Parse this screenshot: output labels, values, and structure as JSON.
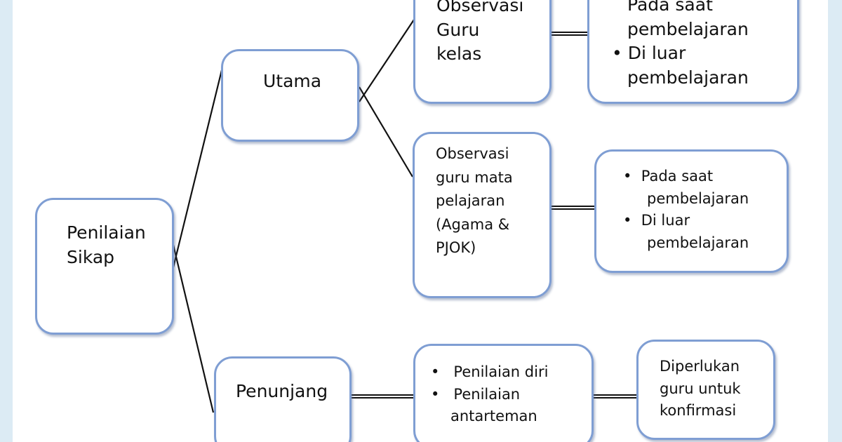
{
  "diagram": {
    "root": {
      "label_line1": "Penilaian",
      "label_line2": "Sikap"
    },
    "utama": {
      "label": "Utama"
    },
    "penunjang": {
      "label": "Penunjang"
    },
    "obs_guru_kelas": {
      "lines": [
        "Observasi",
        "Guru",
        "kelas"
      ]
    },
    "obs_guru_kelas_detail": {
      "items": [
        "Pada saat pembelajaran",
        "Di luar pembelajaran"
      ],
      "line_pada_saat": "Pada saat",
      "line_pembelajaran_1": "pembelajaran",
      "line_di_luar": "Di luar",
      "line_pembelajaran_2": "pembelajaran"
    },
    "obs_guru_mapel": {
      "lines": [
        "Observasi",
        "guru mata",
        "pelajaran",
        "(Agama &",
        "PJOK)"
      ]
    },
    "obs_guru_mapel_detail": {
      "line_pada_saat": "Pada saat",
      "line_pembelajaran_1": "pembelajaran",
      "line_di_luar": "Di luar",
      "line_pembelajaran_2": "pembelajaran"
    },
    "penunjang_methods": {
      "line_1": "Penilaian diri",
      "line_2a": "Penilaian",
      "line_2b": "antarteman"
    },
    "penunjang_note": {
      "lines": [
        "Diperlukan",
        "guru untuk",
        "konfirmasi"
      ]
    },
    "colors": {
      "box_border": "#7f9ed3",
      "frame": "#dcebf4",
      "connector": "#111111"
    }
  }
}
